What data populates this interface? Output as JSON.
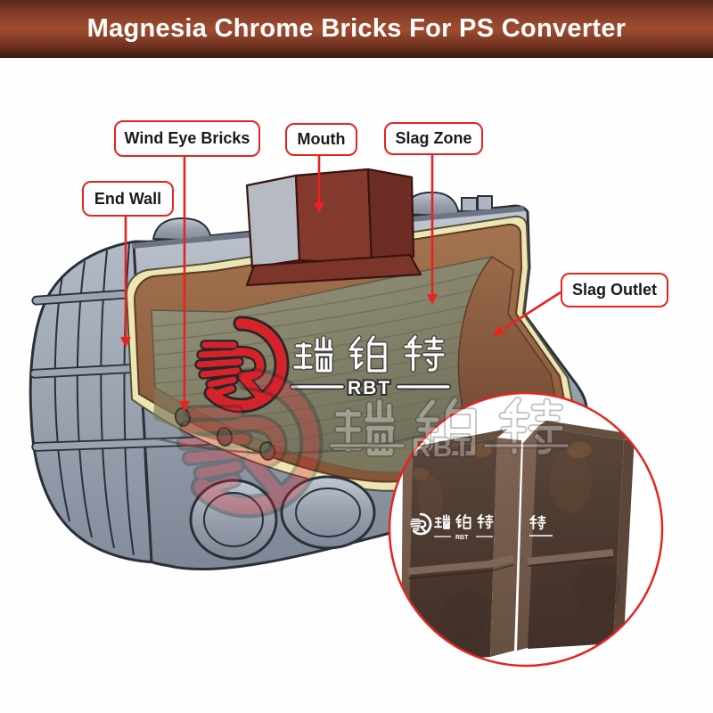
{
  "header": {
    "title": "Magnesia Chrome Bricks For PS Converter"
  },
  "colors": {
    "header_top": "#54281c",
    "header_mid": "#a04c30",
    "header_bottom": "#3a190e",
    "callout_red": "#e8231f",
    "logo_red": "#d6232b",
    "shell_gray": "#9aa2b0",
    "lining_brown": "#9c6a48",
    "insulation_cream": "#ece5b4",
    "interior_olive": "#85826b",
    "mouth_red": "#83392e",
    "brick_dark": "#4a382e"
  },
  "diagram": {
    "labels": [
      {
        "id": "wind-eye-bricks",
        "text": "Wind Eye Bricks"
      },
      {
        "id": "mouth",
        "text": "Mouth"
      },
      {
        "id": "slag-zone",
        "text": "Slag Zone"
      },
      {
        "id": "end-wall",
        "text": "End Wall"
      },
      {
        "id": "slag-outlet",
        "text": "Slag Outlet"
      }
    ]
  },
  "watermark": {
    "brand_cn": "瑞铂特",
    "brand_en": "RBT"
  }
}
